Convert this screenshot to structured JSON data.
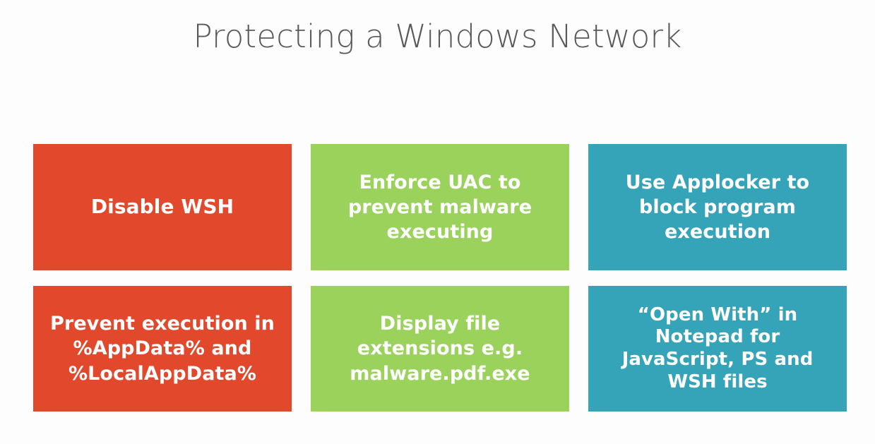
{
  "slide": {
    "title": "Protecting a Windows Network",
    "background_color": "#fdfdfd",
    "title_color": "#595959"
  },
  "cards": [
    {
      "id": "disable-wsh",
      "text": "Disable WSH",
      "color": "#e2492c",
      "color_name": "orange",
      "lines": 1,
      "row": 1,
      "column": 1
    },
    {
      "id": "enforce-uac",
      "text": "Enforce UAC to\nprevent malware\nexecuting",
      "color": "#9bd25c",
      "color_name": "green",
      "lines": 3,
      "row": 1,
      "column": 2
    },
    {
      "id": "use-applocker",
      "text": "Use Applocker to\nblock program\nexecution",
      "color": "#35a3b8",
      "color_name": "teal",
      "lines": 3,
      "row": 1,
      "column": 3
    },
    {
      "id": "prevent-execution-appdata",
      "text": "Prevent execution in\n%AppData% and\n%LocalAppData%",
      "color": "#e2492c",
      "color_name": "orange",
      "lines": 3,
      "row": 2,
      "column": 1
    },
    {
      "id": "display-file-extensions",
      "text": "Display file\nextensions e.g.\nmalware.pdf.exe",
      "color": "#9bd25c",
      "color_name": "green",
      "lines": 3,
      "row": 2,
      "column": 2
    },
    {
      "id": "open-with-notepad",
      "text": "“Open With” in\nNotepad for\nJavaScript, PS and\nWSH files",
      "color": "#35a3b8",
      "color_name": "teal",
      "lines": 4,
      "row": 2,
      "column": 3
    }
  ]
}
